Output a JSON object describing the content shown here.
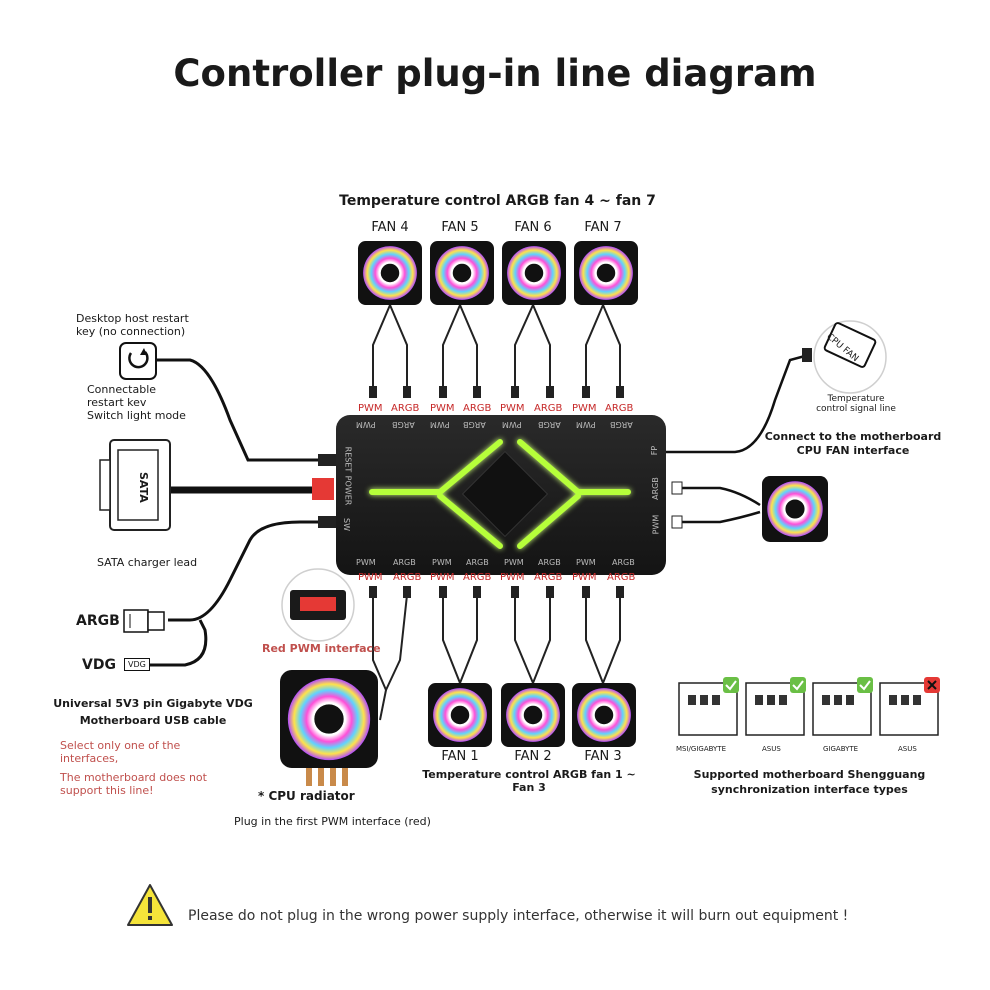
{
  "title": "Controller plug-in line diagram",
  "top_group_label": "Temperature control ARGB fan 4 ~ fan 7",
  "top_fans": [
    "FAN 4",
    "FAN 5",
    "FAN 6",
    "FAN 7"
  ],
  "bottom_fans": [
    "FAN 1",
    "FAN 2",
    "FAN 3"
  ],
  "bottom_group_label": "Temperature control ARGB fan 1 ~ Fan 3",
  "port_labels": {
    "pwm": "PWM",
    "argb": "ARGB"
  },
  "hub_side_labels": {
    "reset": "RESET",
    "power": "POWER",
    "sw": "SW",
    "fp": "FP",
    "argb": "ARGB",
    "pwm": "PWM"
  },
  "restart_key": {
    "line1": "Desktop host restart",
    "line2": "key (no connection)"
  },
  "connectable": {
    "line1": "Connectable",
    "line2": "restart kev",
    "line3": "Switch light mode"
  },
  "sata": {
    "connector_text": "SATA",
    "caption": "SATA charger lead"
  },
  "argb_plug": "ARGB",
  "vdg_plug": {
    "label": "VDG",
    "tag": "VDG"
  },
  "usb_caption": {
    "line1": "Universal 5V3 pin Gigabyte VDG",
    "line2": "Motherboard USB cable"
  },
  "warning_red": {
    "line1": "Select only one of the",
    "line2": "interfaces,",
    "line3": "The motherboard does not",
    "line4": "support this line!"
  },
  "red_pwm_interface": "Red PWM interface",
  "cpu_radiator": {
    "label": "* CPU radiator",
    "caption": "Plug in the first PWM interface (red)"
  },
  "cpu_fan_header": {
    "tag": "CPU FAN",
    "line1": "Temperature",
    "line2": "control signal line"
  },
  "motherboard_connect": {
    "line1": "Connect to the motherboard",
    "line2": "CPU FAN interface"
  },
  "sync_types": {
    "headers": [
      "MSI/GIGABYTE",
      "ASUS",
      "GIGABYTE",
      "ASUS"
    ],
    "supported": [
      true,
      true,
      true,
      false
    ],
    "caption1": "Supported motherboard Shengguang",
    "caption2": "synchronization interface types"
  },
  "footer_warning": "Please do not plug in the wrong power supply interface, otherwise it will burn out equipment !",
  "colors": {
    "hub": "#1c1c1c",
    "led": "#b6ff3a",
    "red_port": "#e53935",
    "warn_yellow": "#f5e43a",
    "check_green": "#6abf45",
    "cross_red": "#e53935"
  }
}
